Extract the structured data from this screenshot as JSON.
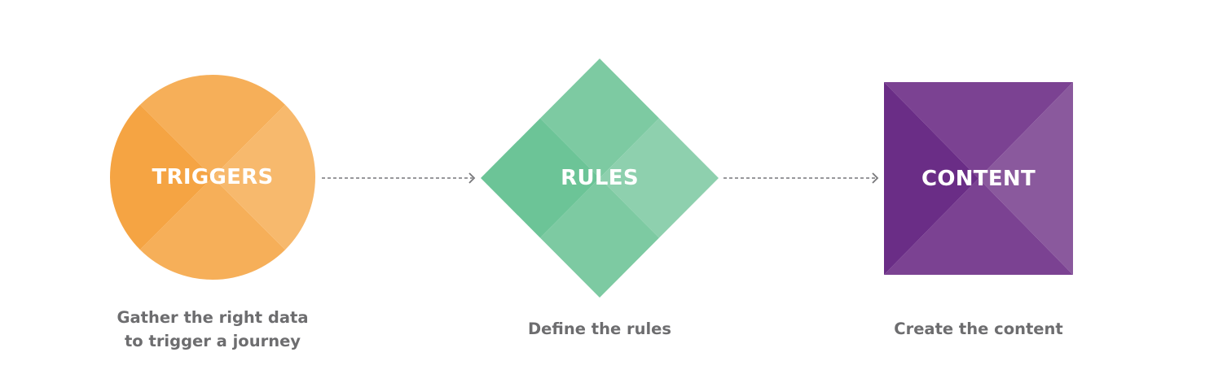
{
  "diagram": {
    "type": "process-flow",
    "steps": [
      {
        "shape": "circle",
        "label": "TRIGGERS",
        "caption_lines": [
          "Gather the right data",
          "to trigger a journey"
        ],
        "colors": {
          "left": "#F5A443",
          "top": "#F6AF59",
          "bottom": "#F6AF59",
          "right": "#F7B96D"
        }
      },
      {
        "shape": "diamond",
        "label": "RULES",
        "caption_lines": [
          "Define the rules"
        ],
        "colors": {
          "left": "#6CC497",
          "top": "#7DCAA2",
          "bottom": "#7DCAA2",
          "right": "#8ED0AE"
        }
      },
      {
        "shape": "square",
        "label": "CONTENT",
        "caption_lines": [
          "Create the content"
        ],
        "colors": {
          "left": "#6A2D86",
          "top": "#7B4292",
          "bottom": "#7B4292",
          "right": "#8A599D"
        }
      }
    ],
    "connectors": [
      {
        "from": "TRIGGERS",
        "to": "RULES",
        "style": "dashed-arrow",
        "color": "#77777a"
      },
      {
        "from": "RULES",
        "to": "CONTENT",
        "style": "dashed-arrow",
        "color": "#77777a"
      }
    ],
    "caption_color": "#6d6d6f",
    "label_color": "#ffffff"
  }
}
